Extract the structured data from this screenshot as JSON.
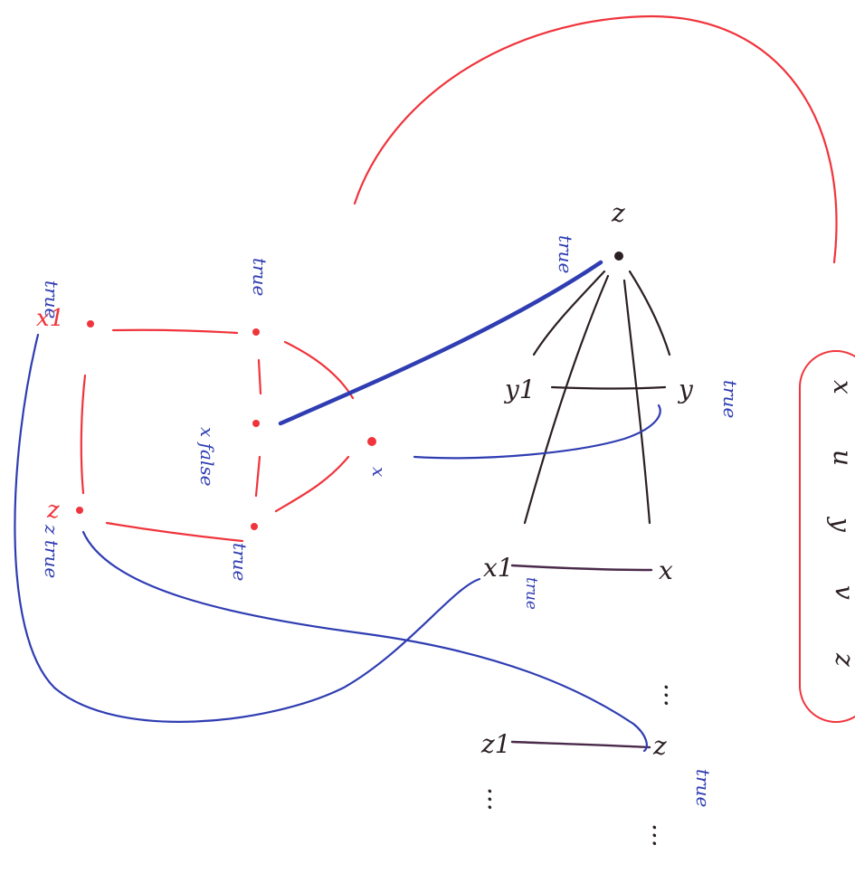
{
  "colors": {
    "black_ink": "#2b1f24",
    "red_ink": "#f0343c",
    "blue_ink": "#2f3db2",
    "purple_ink": "#4a2a4a"
  },
  "labels": {
    "top_node": "z",
    "mid_left": "y1",
    "mid_right": "y",
    "pair1_left": "x1",
    "pair1_right": "x",
    "pair2_left": "z1",
    "pair2_right": "z",
    "dots": "...",
    "true_a": "true",
    "true_b": "true",
    "true_c": "true",
    "true_d": "true",
    "true_e": "true",
    "true_f": "true",
    "false_a": "false",
    "x_label": "x",
    "x_false": "x false",
    "red_tl": "x1",
    "red_bl": "z",
    "z_true": "z true",
    "order_1": "x",
    "order_2": "u",
    "order_3": "y",
    "order_4": "v",
    "order_5": "z"
  }
}
